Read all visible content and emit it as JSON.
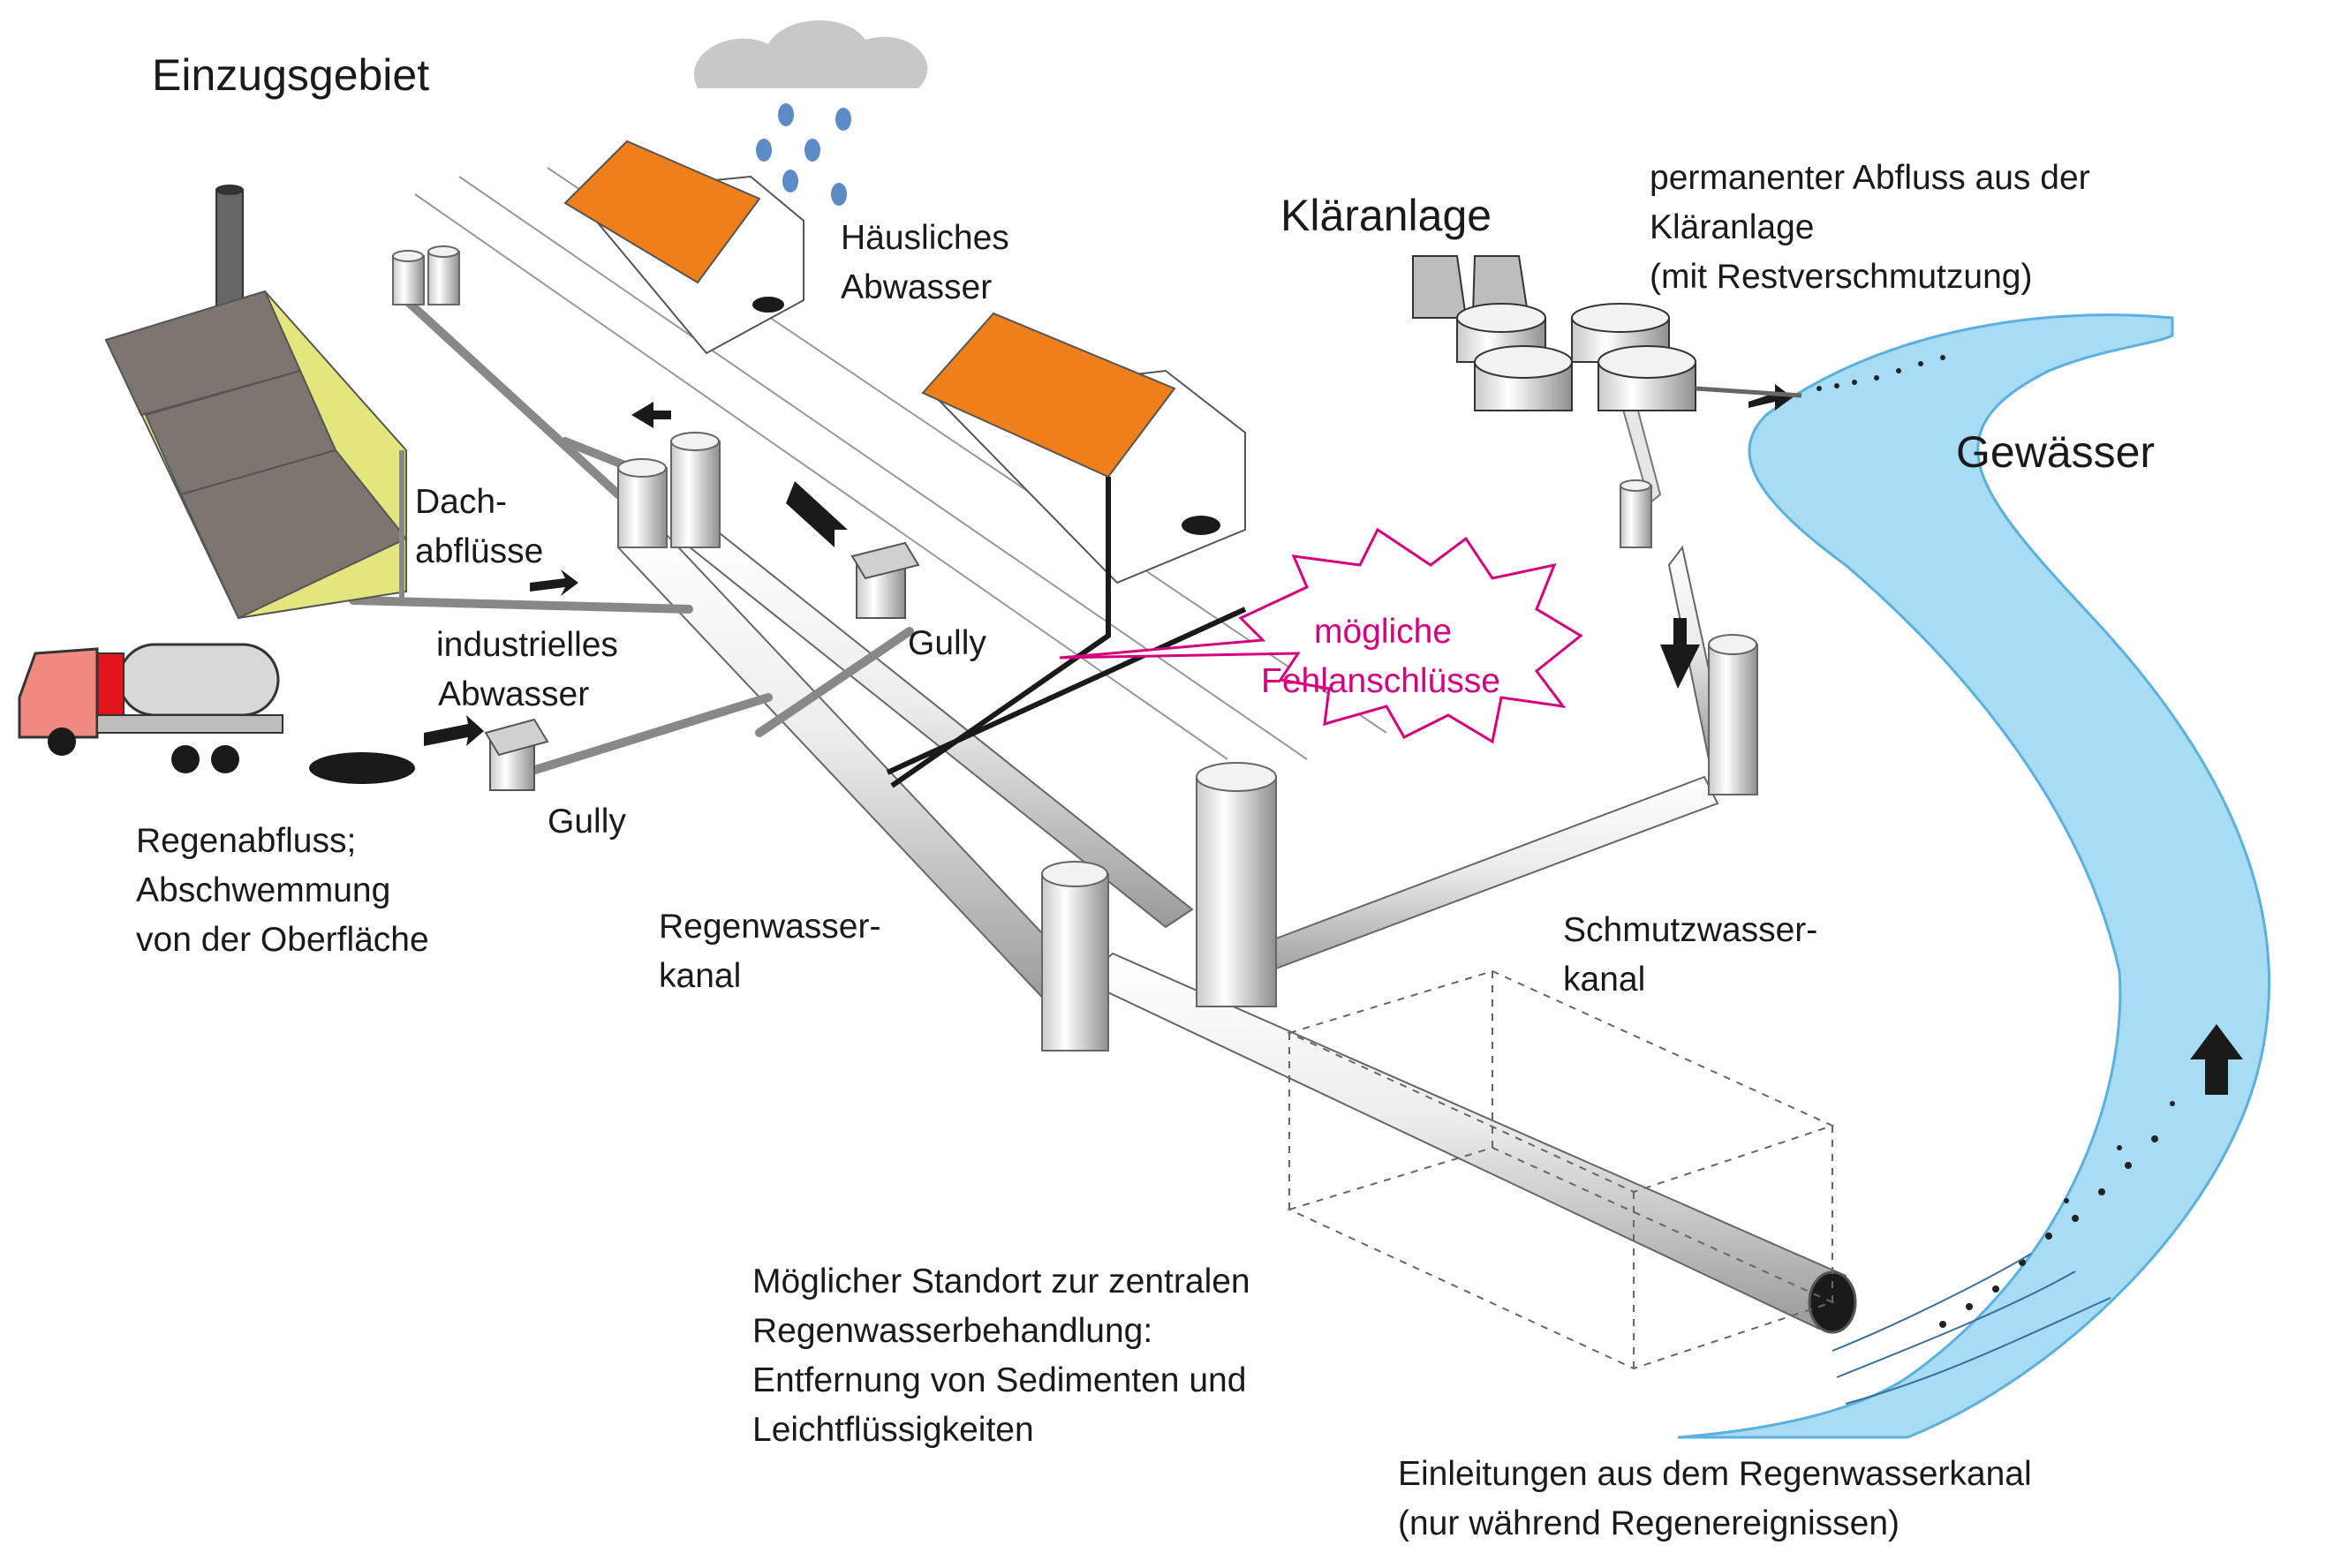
{
  "labels": {
    "catchment": "Einzugsgebiet",
    "domestic": [
      "Häusliches",
      "Abwasser"
    ],
    "treatment_plant": "Kläranlage",
    "permanent_outflow": [
      "permanenter Abfluss aus der",
      "Kläranlage",
      "(mit Restverschmutzung)"
    ],
    "water_body": "Gewässer",
    "roof_runoff": [
      "Dach-",
      "abflüsse"
    ],
    "industrial": [
      "industrielles",
      "Abwasser"
    ],
    "gully_upper": "Gully",
    "gully_lower": "Gully",
    "misconnections": [
      "mögliche",
      "Fehlanschlüsse"
    ],
    "surface_runoff": [
      "Regenabfluss;",
      "Abschwemmung",
      "von der Oberfläche"
    ],
    "storm_sewer": [
      "Regenwasser-",
      "kanal"
    ],
    "foul_sewer": [
      "Schmutzwasser-",
      "kanal"
    ],
    "central_treatment": [
      "Möglicher Standort zur zentralen",
      "Regenwasserbehandlung:",
      "Entfernung von Sedimenten und",
      "Leichtflüssigkeiten"
    ],
    "discharges": [
      "Einleitungen aus dem Regenwasserkanal",
      "(nur während Regenereignissen)"
    ]
  },
  "colors": {
    "river": "#a8dcf5",
    "roof": "#ef7f1a",
    "factory_wall": "#e3e67c",
    "factory_roof": "#7d7570",
    "pipe": "#e6e6e6",
    "cloud": "#c8c8c8",
    "rain": "#5b8cc8",
    "misconnection": "#d6007e",
    "truck_cab": "#f08a80",
    "truck_red": "#e0161b"
  },
  "icons": [
    "cloud-icon",
    "rain-drop-icon",
    "factory-icon",
    "house-icon",
    "truck-icon",
    "toilet-icon",
    "gully-icon",
    "manhole-icon",
    "clarifier-tank-icon",
    "arrow-icon"
  ]
}
